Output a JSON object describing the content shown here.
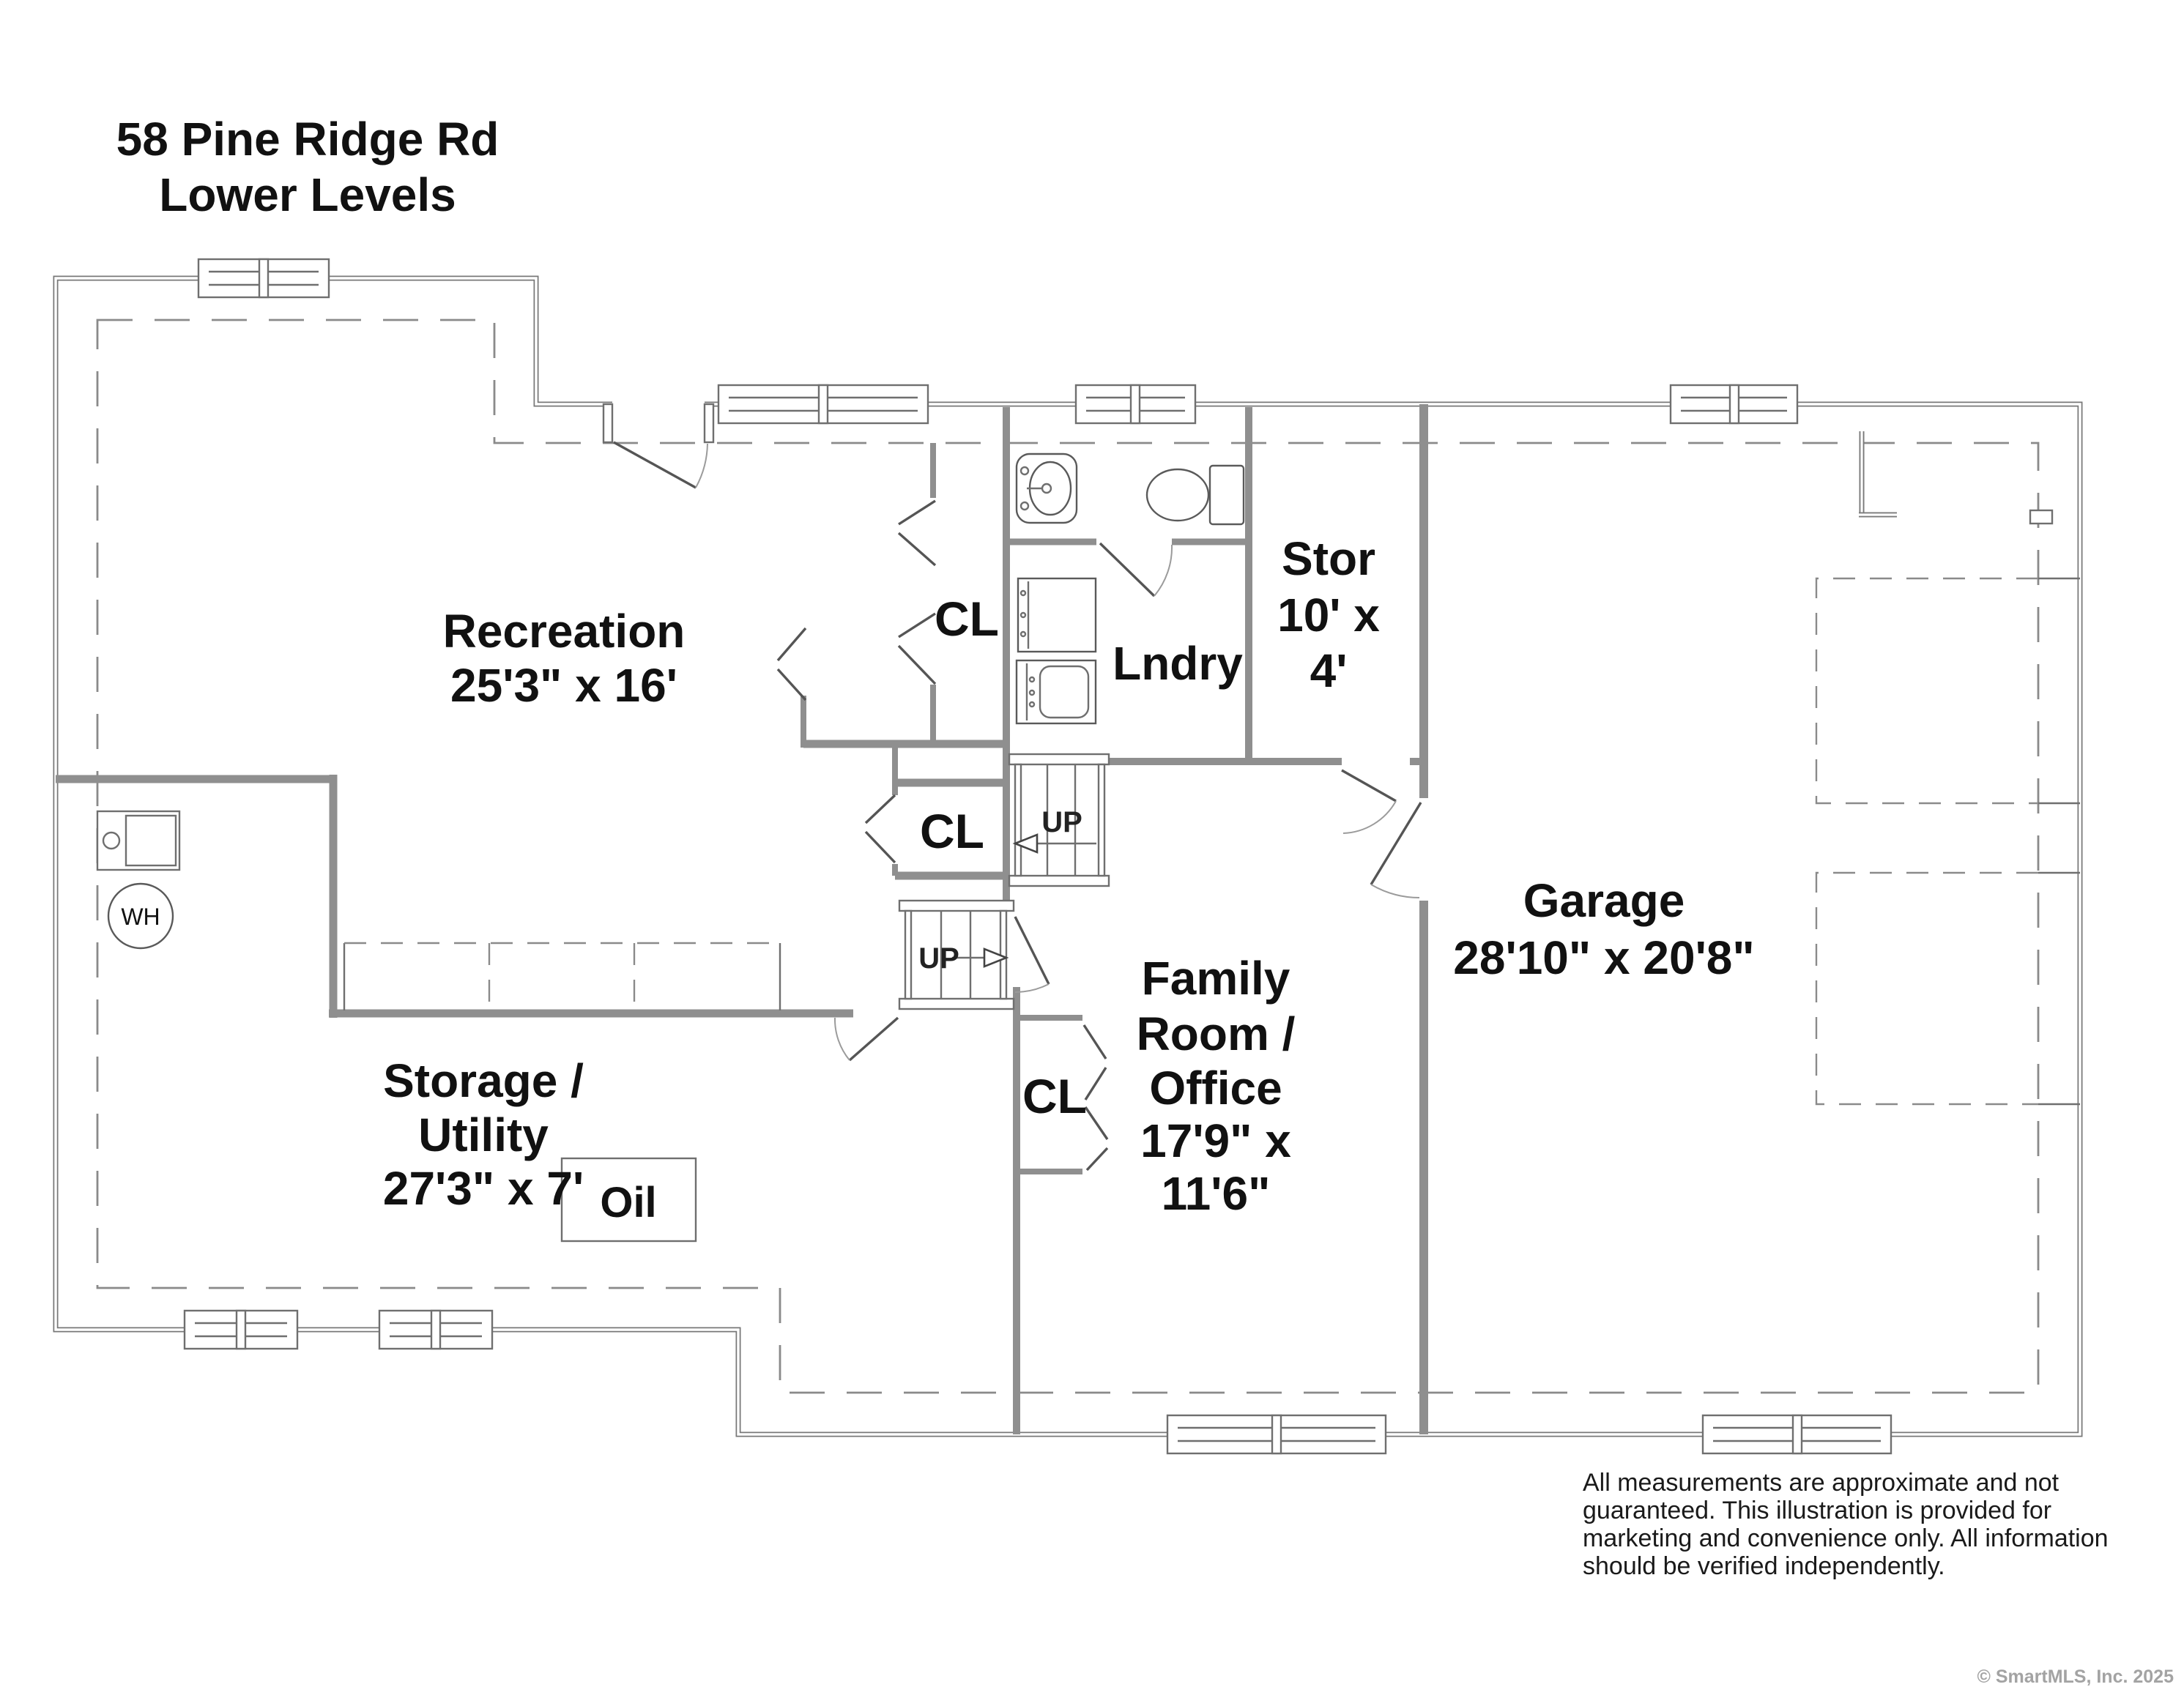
{
  "title": {
    "line1": "58 Pine Ridge Rd",
    "line2": "Lower Levels"
  },
  "rooms": {
    "recreation": {
      "name": "Recreation",
      "dims": "25'3\" x 16'"
    },
    "storage": {
      "line1": "Storage /",
      "line2": "Utility",
      "dims": "27'3\" x 7'"
    },
    "family": {
      "line1": "Family",
      "line2": "Room /",
      "line3": "Office",
      "line4": "17'9\" x",
      "line5": "11'6\""
    },
    "garage": {
      "name": "Garage",
      "dims": "28'10\" x 20'8\""
    },
    "laundry": {
      "name": "Lndry"
    },
    "stor": {
      "line1": "Stor",
      "line2": "10' x",
      "line3": "4'"
    }
  },
  "labels": {
    "closet_upper": "CL",
    "closet_lower": "CL",
    "closet_family": "CL",
    "up_stairs_1": "UP",
    "up_stairs_2": "UP",
    "water_heater": "WH",
    "oil_tank": "Oil"
  },
  "disclaimer": {
    "line1": "All measurements are approximate and not",
    "line2": "guaranteed. This illustration is provided for",
    "line3": "marketing and convenience only. All information",
    "line4": "should be verified independently."
  },
  "copyright": "© SmartMLS, Inc.  2025",
  "colors": {
    "background": "#ffffff",
    "wall_gray": "#8f8f8f",
    "line_gray": "#6f6f6f",
    "dash_gray": "#8a8a8a",
    "text_black": "#111111",
    "copyright_gray": "#a3a3a3"
  }
}
